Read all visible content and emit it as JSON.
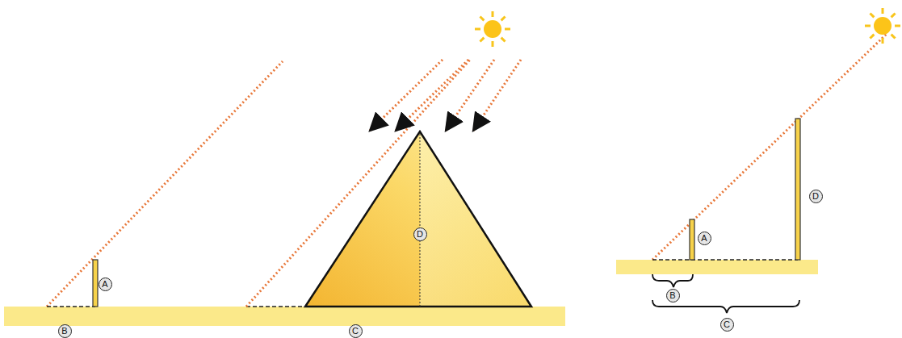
{
  "diagram": {
    "labels": [
      "A",
      "B",
      "D",
      "C",
      "A",
      "D",
      "B",
      "C"
    ]
  }
}
